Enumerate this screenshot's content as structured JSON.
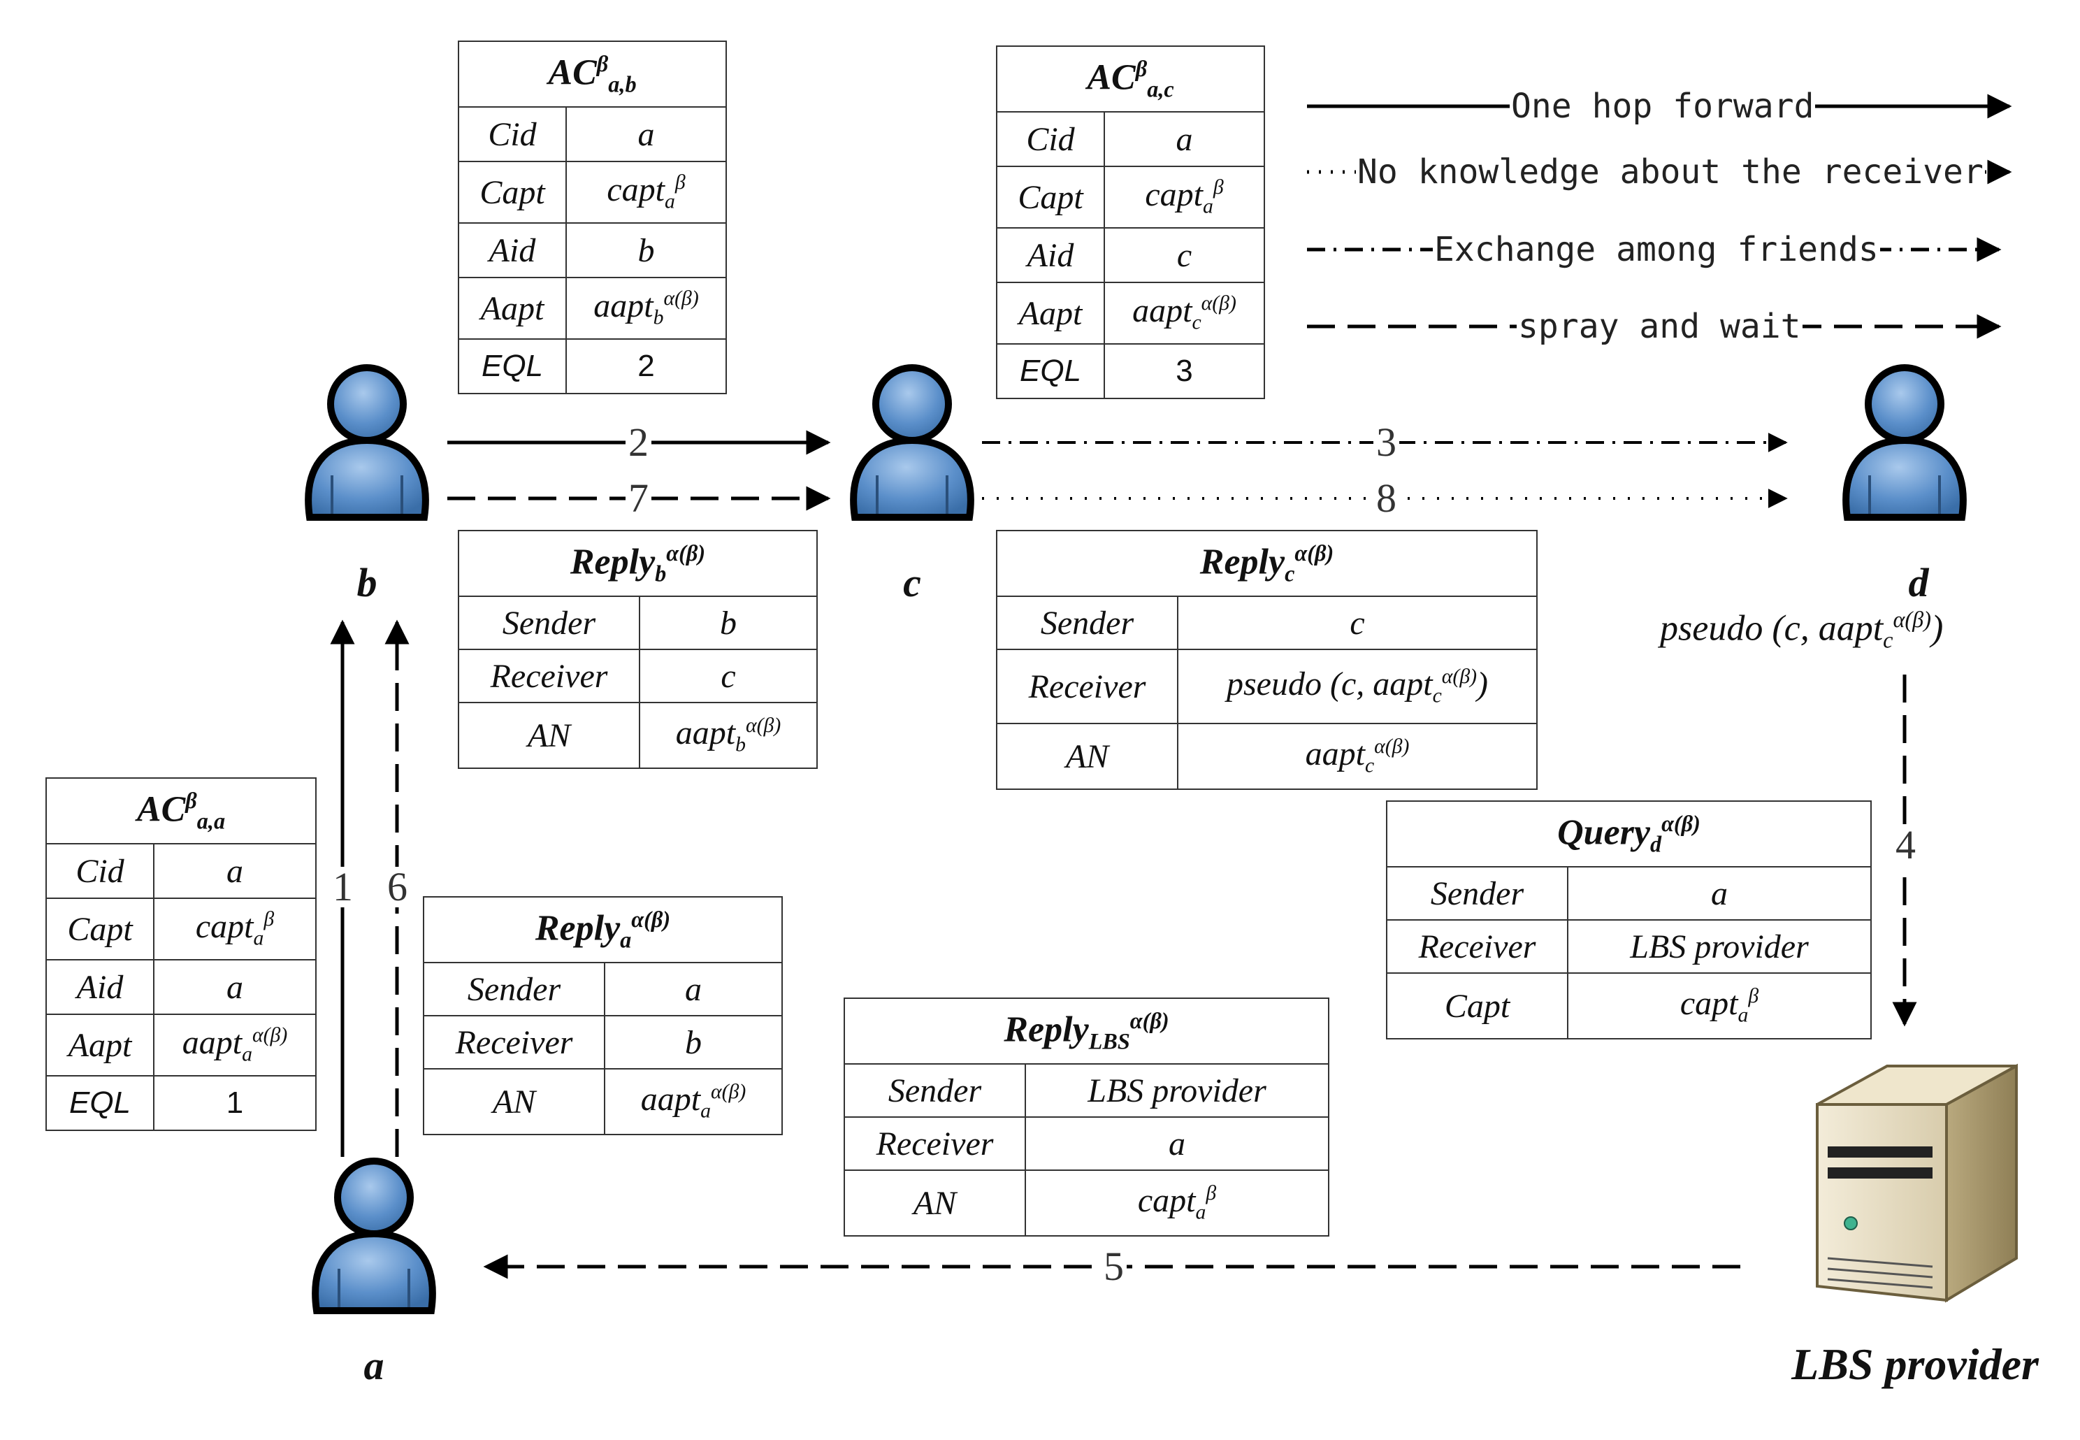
{
  "legend": {
    "one_hop": "One hop forward",
    "no_knowledge": "No knowledge about the receiver",
    "exchange": "Exchange among friends",
    "spray": "spray and wait"
  },
  "nodes": {
    "a": "a",
    "b": "b",
    "c": "c",
    "d": "d",
    "lbs": "LBS provider"
  },
  "steps": [
    "1",
    "2",
    "3",
    "4",
    "5",
    "6",
    "7",
    "8"
  ],
  "pseudo_label": "pseudo(c, aapt_c^α(β))",
  "tables": {
    "ac_ab": {
      "title": "AC^β_a,b",
      "rows": [
        [
          "Cid",
          "a"
        ],
        [
          "Capt",
          "capt_a^β"
        ],
        [
          "Aid",
          "b"
        ],
        [
          "Aapt",
          "aapt_b^α(β)"
        ],
        [
          "EQL",
          "2"
        ]
      ]
    },
    "ac_ac": {
      "title": "AC^β_a,c",
      "rows": [
        [
          "Cid",
          "a"
        ],
        [
          "Capt",
          "capt_a^β"
        ],
        [
          "Aid",
          "c"
        ],
        [
          "Aapt",
          "aapt_c^α(β)"
        ],
        [
          "EQL",
          "3"
        ]
      ]
    },
    "ac_aa": {
      "title": "AC^β_a,a",
      "rows": [
        [
          "Cid",
          "a"
        ],
        [
          "Capt",
          "capt_a^β"
        ],
        [
          "Aid",
          "a"
        ],
        [
          "Aapt",
          "aapt_a^α(β)"
        ],
        [
          "EQL",
          "1"
        ]
      ]
    },
    "reply_b": {
      "title": "Reply_b^α(β)",
      "rows": [
        [
          "Sender",
          "b"
        ],
        [
          "Receiver",
          "c"
        ],
        [
          "AN",
          "aapt_b^α(β)"
        ]
      ]
    },
    "reply_c": {
      "title": "Reply_c^α(β)",
      "rows": [
        [
          "Sender",
          "c"
        ],
        [
          "Receiver",
          "pseudo(c, aapt_c^α(β))"
        ],
        [
          "AN",
          "aapt_c^α(β)"
        ]
      ]
    },
    "reply_a": {
      "title": "Reply_a^α(β)",
      "rows": [
        [
          "Sender",
          "a"
        ],
        [
          "Receiver",
          "b"
        ],
        [
          "AN",
          "aapt_a^α(β)"
        ]
      ]
    },
    "reply_lbs": {
      "title": "Reply_LBS^α(β)",
      "rows": [
        [
          "Sender",
          "LBS provider"
        ],
        [
          "Receiver",
          "a"
        ],
        [
          "AN",
          "capt_a^β"
        ]
      ]
    },
    "query_d": {
      "title": "Query_d^α(β)",
      "rows": [
        [
          "Sender",
          "a"
        ],
        [
          "Receiver",
          "LBS provider"
        ],
        [
          "Capt",
          "capt_a^β"
        ]
      ]
    }
  }
}
